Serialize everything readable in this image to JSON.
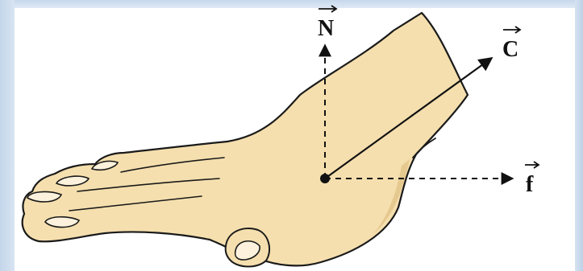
{
  "diagram": {
    "vectors": [
      {
        "symbol": "N",
        "direction": "up"
      },
      {
        "symbol": "C",
        "direction": "up-right"
      },
      {
        "symbol": "f",
        "direction": "right"
      }
    ]
  },
  "colors": {
    "skin": "#f5dfae",
    "skin_shadow": "#e6c98f",
    "nail": "#fbf1dc",
    "outline": "#1a1a1a",
    "background_frame": "#cfdff0"
  }
}
